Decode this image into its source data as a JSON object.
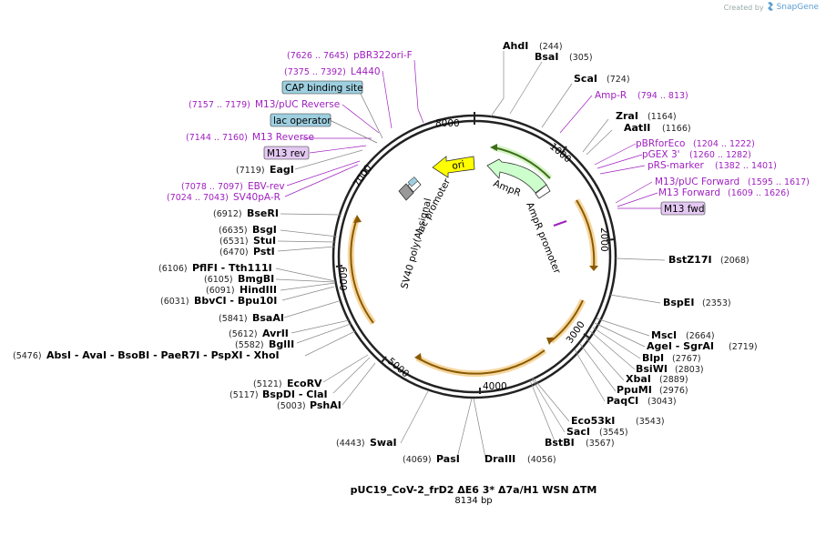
{
  "credit": {
    "prefix": "Created by",
    "brand": "SnapGene"
  },
  "plasmid": {
    "name": "pUC19_CoV-2_frD2 ΔE6 3* Δ7a/H1 WSN ΔTM",
    "size_label": "8134 bp",
    "length": 8134
  },
  "ticks": [
    "1000",
    "2000",
    "3000",
    "4000",
    "5000",
    "6000",
    "7000",
    "8000"
  ],
  "enzymes_right": [
    {
      "name": "AhdI",
      "pos": "(244)"
    },
    {
      "name": "BsaI",
      "pos": "(305)"
    },
    {
      "name": "ScaI",
      "pos": "(724)"
    },
    {
      "name": "ZraI",
      "pos": "(1164)"
    },
    {
      "name": "AatII",
      "pos": "(1166)"
    },
    {
      "name": "BstZ17I",
      "pos": "(2068)"
    },
    {
      "name": "BspEI",
      "pos": "(2353)"
    },
    {
      "name": "MscI",
      "pos": "(2664)"
    },
    {
      "name": "AgeI - SgrAI",
      "pos": "(2719)"
    },
    {
      "name": "BlpI",
      "pos": "(2767)"
    },
    {
      "name": "BsiWI",
      "pos": "(2803)"
    },
    {
      "name": "XbaI",
      "pos": "(2889)"
    },
    {
      "name": "PpuMI",
      "pos": "(2976)"
    },
    {
      "name": "PaqCI",
      "pos": "(3043)"
    },
    {
      "name": "Eco53kI",
      "pos": "(3543)"
    },
    {
      "name": "SacI",
      "pos": "(3545)"
    },
    {
      "name": "BstBI",
      "pos": "(3567)"
    },
    {
      "name": "DraIII",
      "pos": "(4056)"
    }
  ],
  "enzymes_left": [
    {
      "name": "PasI",
      "pos": "(4069)"
    },
    {
      "name": "SwaI",
      "pos": "(4443)"
    },
    {
      "name": "PshAI",
      "pos": "(5003)"
    },
    {
      "name": "BspDI - ClaI",
      "pos": "(5117)"
    },
    {
      "name": "EcoRV",
      "pos": "(5121)"
    },
    {
      "name": "AbsI - AvaI - BsoBI - PaeR7I - PspXI - XhoI",
      "pos": "(5476)"
    },
    {
      "name": "BglII",
      "pos": "(5582)"
    },
    {
      "name": "AvrII",
      "pos": "(5612)"
    },
    {
      "name": "BsaAI",
      "pos": "(5841)"
    },
    {
      "name": "BbvCI - Bpu10I",
      "pos": "(6031)"
    },
    {
      "name": "HindIII",
      "pos": "(6091)"
    },
    {
      "name": "BmgBI",
      "pos": "(6105)"
    },
    {
      "name": "PflFI - Tth111I",
      "pos": "(6106)"
    },
    {
      "name": "PstI",
      "pos": "(6470)"
    },
    {
      "name": "StuI",
      "pos": "(6531)"
    },
    {
      "name": "BsgI",
      "pos": "(6635)"
    },
    {
      "name": "BseRI",
      "pos": "(6912)"
    },
    {
      "name": "EagI",
      "pos": "(7119)"
    }
  ],
  "primers": [
    {
      "name": "pBR322ori-F",
      "pos": "(7626 .. 7645)"
    },
    {
      "name": "L4440",
      "pos": "(7375 .. 7392)"
    },
    {
      "name": "M13/pUC Reverse",
      "pos": "(7157 .. 7179)"
    },
    {
      "name": "M13 Reverse",
      "pos": "(7144 .. 7160)"
    },
    {
      "name": "EBV-rev",
      "pos": "(7078 .. 7097)"
    },
    {
      "name": "SV40pA-R",
      "pos": "(7024 .. 7043)"
    },
    {
      "name": "Amp-R",
      "pos": "(794 .. 813)"
    },
    {
      "name": "pBRforEco",
      "pos": "(1204 .. 1222)"
    },
    {
      "name": "pGEX 3'",
      "pos": "(1260 .. 1282)"
    },
    {
      "name": "pRS-marker",
      "pos": "(1382 .. 1401)"
    },
    {
      "name": "M13/pUC Forward",
      "pos": "(1595 .. 1617)"
    },
    {
      "name": "M13 Forward",
      "pos": "(1609 .. 1626)"
    }
  ],
  "boxed_labels": [
    {
      "name": "CAP binding site",
      "kind": "feature",
      "color": "#9ecfe0"
    },
    {
      "name": "lac operator",
      "kind": "feature",
      "color": "#9ecfe0"
    },
    {
      "name": "M13 rev",
      "kind": "primer",
      "color": "#e3c8f2"
    },
    {
      "name": "M13 fwd",
      "kind": "primer",
      "color": "#e3c8f2"
    }
  ],
  "features": [
    {
      "name": "ori",
      "color": "#ffff00"
    },
    {
      "name": "AmpR",
      "color": "#ccffcc"
    },
    {
      "name": "AmpR promoter",
      "color": "#ffffff"
    },
    {
      "name": "lac promoter",
      "color": "#ffffff"
    },
    {
      "name": "SV40 poly(A) signal",
      "color": "#999999"
    }
  ],
  "colors": {
    "enzyme_text": "#000000",
    "primer_text": "#a020c0",
    "orf": "#f0b030",
    "ampr_arrow": "#5c8a2e"
  }
}
